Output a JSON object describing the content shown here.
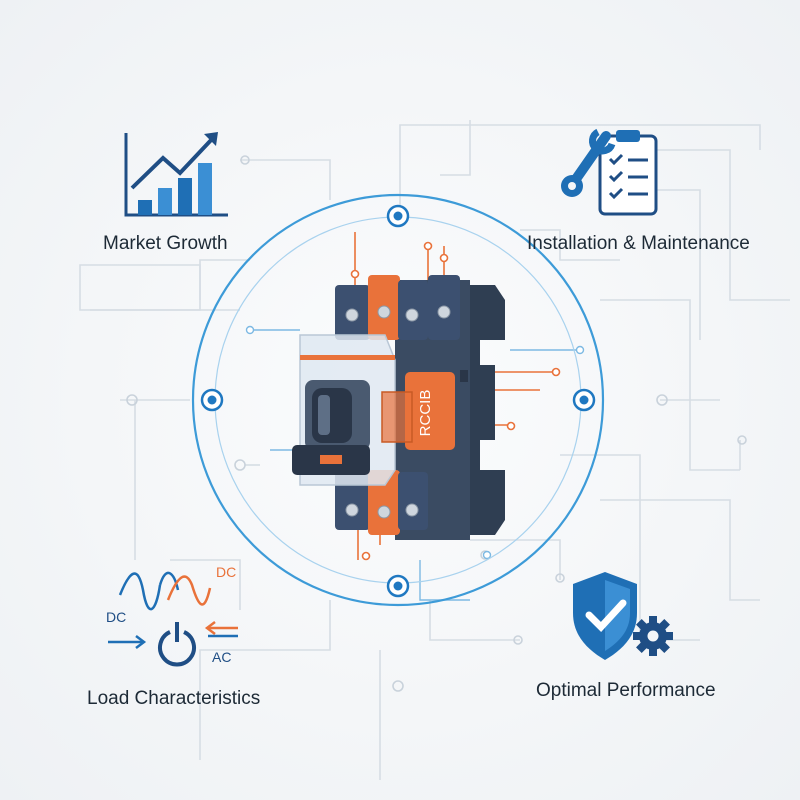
{
  "features": {
    "market_growth": "Market Growth",
    "installation_maintenance": "Installation & Maintenance",
    "load_characteristics": "Load Characteristics",
    "optimal_performance": "Optimal Performance"
  },
  "device": {
    "label": "RCCIB"
  },
  "load_icon": {
    "dc_top": "DC",
    "dc_left": "DC",
    "ac": "AC"
  },
  "colors": {
    "blue": "#1f6fb5",
    "orange": "#e9723a",
    "dark": "#2f3e52",
    "ring": "#4fa3d9"
  }
}
